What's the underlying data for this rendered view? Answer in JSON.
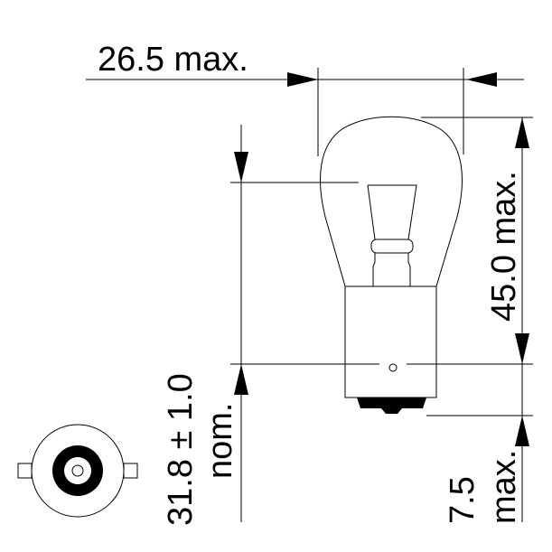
{
  "diagram": {
    "subject": "bulb-dimension-drawing",
    "dimensions": {
      "width": "26.5 max.",
      "height": "45.0 max.",
      "light_center_value": "31.8 ± 1.0",
      "light_center_note": "nom.",
      "base_value": "7.5",
      "base_note": "max."
    },
    "colors": {
      "ink": "#000000",
      "background": "#ffffff"
    }
  }
}
